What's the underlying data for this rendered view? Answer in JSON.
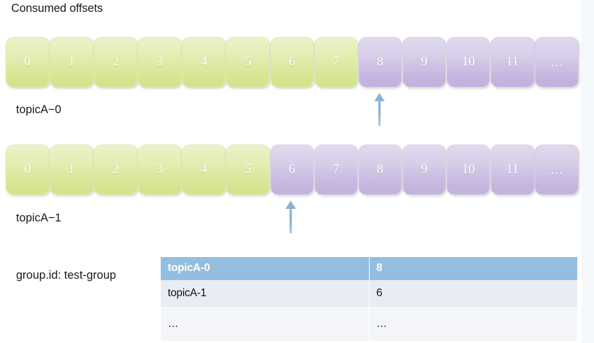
{
  "title": "Consumed offsets",
  "colors": {
    "consumed_cell": "#d8e795",
    "pending_cell": "#c7b6e0",
    "arrow": "#7aa8cf",
    "table_header": "#93bedf",
    "right_strip": "#f4f8fa"
  },
  "partitions": [
    {
      "label": "topicA−0",
      "cells": [
        {
          "text": "0",
          "state": "consumed"
        },
        {
          "text": "1",
          "state": "consumed"
        },
        {
          "text": "2",
          "state": "consumed"
        },
        {
          "text": "3",
          "state": "consumed"
        },
        {
          "text": "4",
          "state": "consumed"
        },
        {
          "text": "5",
          "state": "consumed"
        },
        {
          "text": "6",
          "state": "consumed"
        },
        {
          "text": "7",
          "state": "consumed"
        },
        {
          "text": "8",
          "state": "pending"
        },
        {
          "text": "9",
          "state": "pending"
        },
        {
          "text": "10",
          "state": "pending"
        },
        {
          "text": "11",
          "state": "pending"
        },
        {
          "text": "…",
          "state": "pending"
        }
      ],
      "marker_index": 8
    },
    {
      "label": "topicA−1",
      "cells": [
        {
          "text": "0",
          "state": "consumed"
        },
        {
          "text": "1",
          "state": "consumed"
        },
        {
          "text": "2",
          "state": "consumed"
        },
        {
          "text": "3",
          "state": "consumed"
        },
        {
          "text": "4",
          "state": "consumed"
        },
        {
          "text": "5",
          "state": "consumed"
        },
        {
          "text": "6",
          "state": "pending"
        },
        {
          "text": "7",
          "state": "pending"
        },
        {
          "text": "8",
          "state": "pending"
        },
        {
          "text": "9",
          "state": "pending"
        },
        {
          "text": "10",
          "state": "pending"
        },
        {
          "text": "11",
          "state": "pending"
        },
        {
          "text": "…",
          "state": "pending"
        }
      ],
      "marker_index": 6
    }
  ],
  "group_label": "group.id: test-group",
  "offset_table": {
    "header": [
      "topicA-0",
      "8"
    ],
    "rows": [
      [
        "topicA-1",
        "6"
      ],
      [
        "…",
        "…"
      ]
    ]
  }
}
